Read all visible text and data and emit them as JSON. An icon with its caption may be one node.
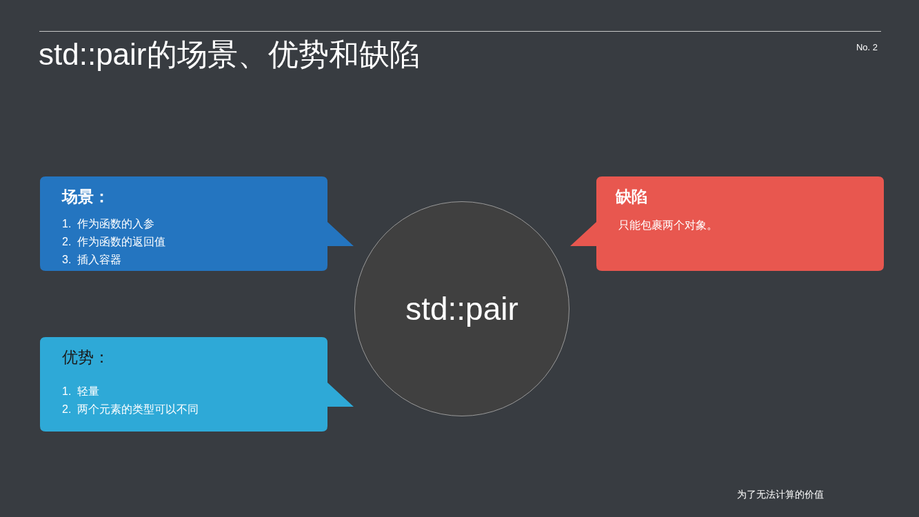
{
  "diagram": {
    "title": "std::pair的场景、优势和缺陷",
    "nodes": [
      {
        "text": [
          "场景：",
          "1.  作为函数的入参",
          "2.  作为函数的返回值",
          "3.  插入容器"
        ]
      },
      {
        "text": [
          "优势：",
          "1.  轻量",
          "2.  两个元素的类型可以不同"
        ]
      },
      {
        "text": [
          "缺陷",
          "只能包裹两个对象。"
        ]
      },
      {
        "text": [
          "std::pair"
        ]
      }
    ],
    "labels": [
      "No. 2",
      "为了无法计算的价值"
    ]
  }
}
